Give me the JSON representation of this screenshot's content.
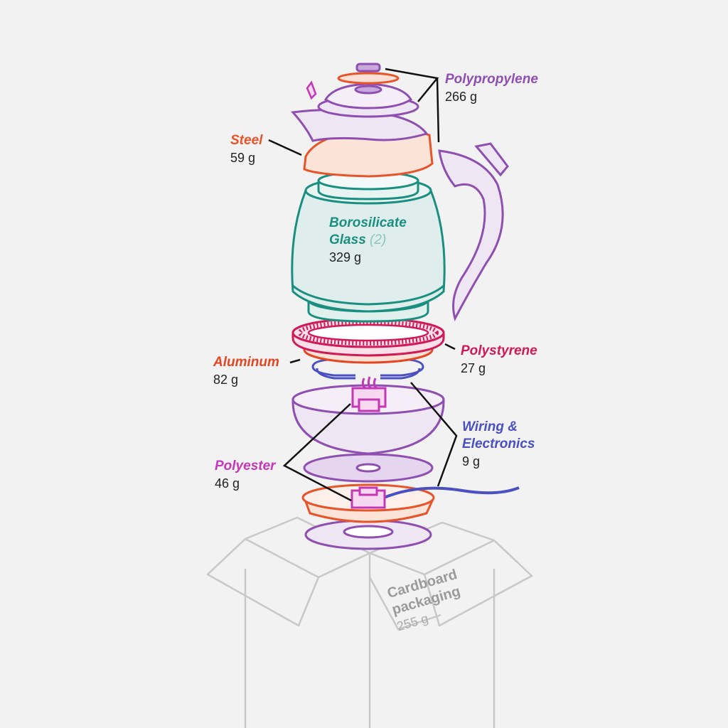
{
  "colors": {
    "polypropylene": "#8e4fb0",
    "steel": "#e8542a",
    "glass": "#1a8f80",
    "polystyrene": "#d01a55",
    "aluminum": "#e64522",
    "wiring": "#4a50c0",
    "polyester": "#c437b5",
    "cardboard": "#bdbdbd"
  },
  "labels": {
    "polypropylene": {
      "name": "Polypropylene",
      "weight": "266 g"
    },
    "steel": {
      "name": "Steel",
      "weight": "59 g"
    },
    "glass": {
      "name_line1": "Borosilicate",
      "name_line2": "Glass",
      "count": "(2)",
      "weight": "329 g"
    },
    "polystyrene": {
      "name": "Polystyrene",
      "weight": "27 g"
    },
    "aluminum": {
      "name": "Aluminum",
      "weight": "82 g"
    },
    "wiring": {
      "name_line1": "Wiring &",
      "name_line2": "Electronics",
      "weight": "9 g"
    },
    "polyester": {
      "name": "Polyester",
      "weight": "46 g"
    },
    "cardboard": {
      "name_line1": "Cardboard",
      "name_line2": "packaging",
      "weight": "255 g"
    }
  }
}
